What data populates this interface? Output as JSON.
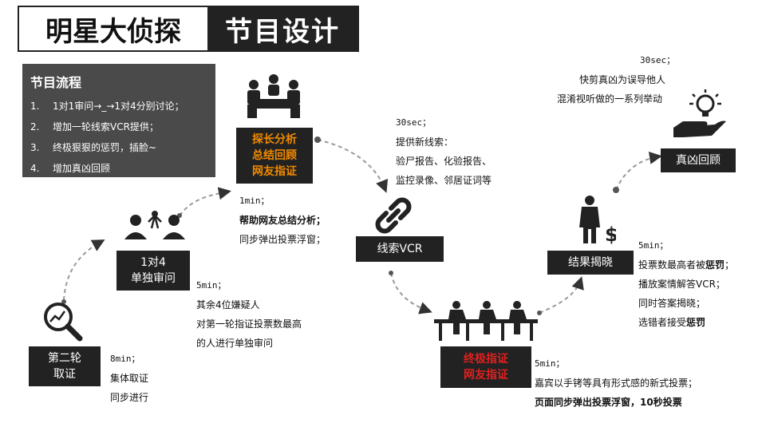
{
  "title": {
    "left": "明星大侦探",
    "right": "节目设计"
  },
  "flow": {
    "title": "节目流程",
    "items": [
      {
        "num": "1.",
        "text": "1对1审问→_→1对4分别讨论；"
      },
      {
        "num": "2.",
        "text": "增加一轮线索VCR提供；"
      },
      {
        "num": "3.",
        "text": "终极狠狠的惩罚，插脸~"
      },
      {
        "num": "4.",
        "text": "增加真凶回顾"
      }
    ]
  },
  "steps": {
    "s1": {
      "line1": "第二轮",
      "line2": "取证"
    },
    "s2": {
      "line1": "1对4",
      "line2": "单独审问"
    },
    "s3": {
      "line1": "探长分析",
      "line2": "总结回顾",
      "line3": "网友指证"
    },
    "s4": {
      "line1": "线索VCR"
    },
    "s5": {
      "line1": "终极指证",
      "line2": "网友指证"
    },
    "s6": {
      "line1": "结果揭晓"
    },
    "s7": {
      "line1": "真凶回顾"
    }
  },
  "notes": {
    "n1": {
      "time": "8min；",
      "l1": "集体取证",
      "l2": "同步进行"
    },
    "n2": {
      "time": "5min；",
      "l1": "其余4位嫌疑人",
      "l2": "对第一轮指证投票数最高",
      "l3": "的人进行单独审问"
    },
    "n3": {
      "time": "1min；",
      "l1": "帮助网友总结分析；",
      "l2": "同步弹出投票浮窗；"
    },
    "n4": {
      "time": "30sec；",
      "l1": "提供新线索：",
      "l2": "验尸报告、化验报告、",
      "l3": "监控录像、邻居证词等"
    },
    "n5": {
      "time": "5min；",
      "l1": "嘉宾以手铐等具有形式感的新式投票；",
      "l2": "页面同步弹出投票浮窗，10秒投票"
    },
    "n6": {
      "time": "5min；",
      "l1a": "投票数最高者被",
      "l1b": "惩罚",
      "l1c": "；",
      "l2": "播放案情解答VCR；",
      "l3": "同时答案揭晓；",
      "l4a": "选错者接受",
      "l4b": "惩罚"
    },
    "n7": {
      "time": "30sec；",
      "l1": "快剪真凶为误导他人",
      "l2": "混淆视听做的一系列举动"
    }
  },
  "icons": [
    "magnifier-chart-icon",
    "discussion-people-icon",
    "meeting-table-icon",
    "chain-link-icon",
    "jury-panel-icon",
    "businessman-dollar-icon",
    "idea-hand-icon"
  ],
  "colors": {
    "dark": "#222222",
    "panel": "#4a4a4a",
    "red": "#e02020",
    "orange": "#f08a00",
    "dash": "#999999"
  }
}
